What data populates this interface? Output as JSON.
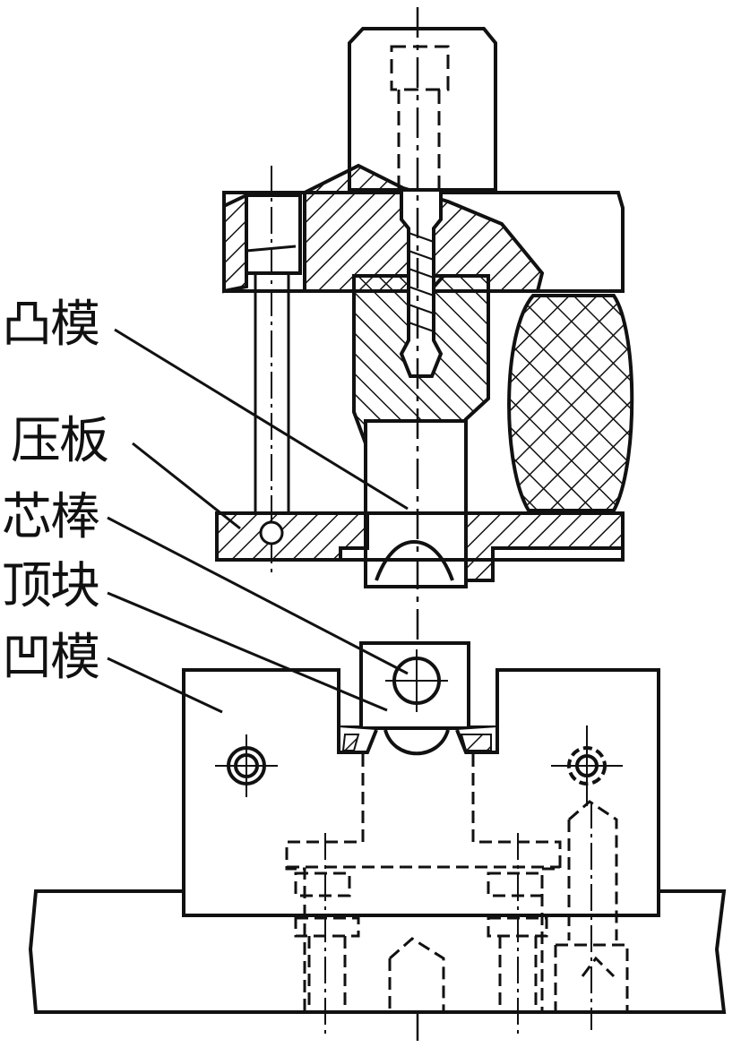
{
  "diagram": {
    "labels": {
      "punch": "凸模",
      "pressure_plate": "压板",
      "mandrel": "芯棒",
      "ejector_block": "顶块",
      "die": "凹模"
    }
  }
}
